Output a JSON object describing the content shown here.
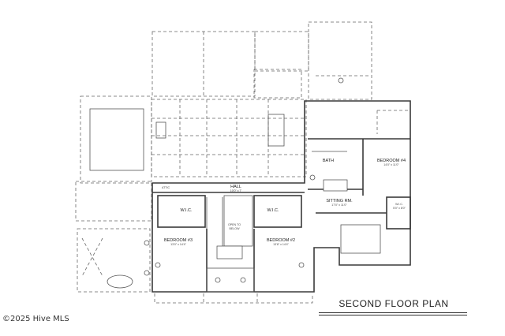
{
  "plan_title": "SECOND FLOOR PLAN",
  "watermark": "©2025 Hive MLS",
  "rooms": {
    "hall": {
      "name": "HALL",
      "dims": "10'0\" x 7'"
    },
    "wic_left": {
      "name": "W.I.C."
    },
    "wic_right": {
      "name": "W.I.C."
    },
    "bedroom3": {
      "name": "BEDROOM #3",
      "dims": "13'0\" x 14'4\""
    },
    "bedroom2": {
      "name": "BEDROOM #2",
      "dims": "13'8\" x 14'4\""
    },
    "bedroom4": {
      "name": "BEDROOM #4",
      "dims": "14'0\" x 11'0\""
    },
    "bath": {
      "name": "BATH"
    },
    "sitting": {
      "name": "SITTING RM.",
      "dims": "17'0\" x 11'0\""
    },
    "wic_suite": {
      "name": "W.I.C.",
      "dims": "5'0\" x 8'0\""
    },
    "open_below": {
      "name": "OPEN TO",
      "sub": "BELOW"
    },
    "attic": {
      "name": "ATTIC"
    }
  }
}
